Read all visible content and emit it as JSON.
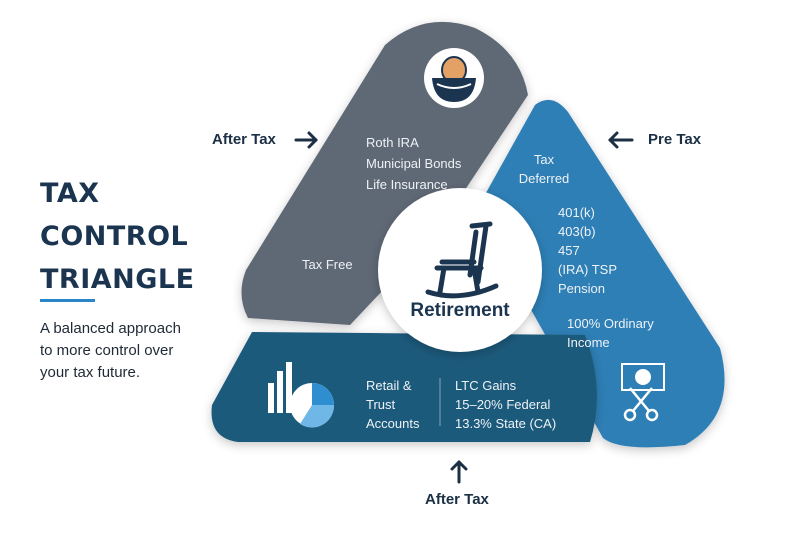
{
  "title_lines": [
    "TAX",
    "CONTROL",
    "TRIANGLE"
  ],
  "subtitle_lines": [
    "A balanced approach",
    "to more control over",
    "your tax future."
  ],
  "labels": {
    "after_tax_left": "After Tax",
    "pre_tax_right": "Pre Tax",
    "after_tax_bottom": "After Tax"
  },
  "center": {
    "label": "Retirement",
    "icon": "rocking-chair-icon"
  },
  "segments": {
    "top_left": {
      "items": [
        "Roth IRA",
        "Municipal Bonds",
        "Life Insurance"
      ],
      "tag": "Tax Free",
      "icon": "money-bowl-icon",
      "color": "#5e6874"
    },
    "right": {
      "heading_lines": [
        "Tax",
        "Deferred"
      ],
      "items": [
        "401(k)",
        "403(b)",
        "457",
        "(IRA) TSP",
        "Pension"
      ],
      "income_lines": [
        "100% Ordinary",
        "Income"
      ],
      "icon": "cash-scissors-icon",
      "color": "#2f7fb6"
    },
    "bottom": {
      "account_lines": [
        "Retail &",
        "Trust",
        "Accounts"
      ],
      "gains_lines": [
        "LTC Gains",
        "15–20% Federal",
        "13.3% State (CA)"
      ],
      "icon": "bar-pie-chart-icon",
      "color": "#1f5a7c"
    }
  },
  "colors": {
    "title": "#1b3550",
    "accent_rule": "#2a86c8",
    "center_circle": "#ffffff"
  }
}
